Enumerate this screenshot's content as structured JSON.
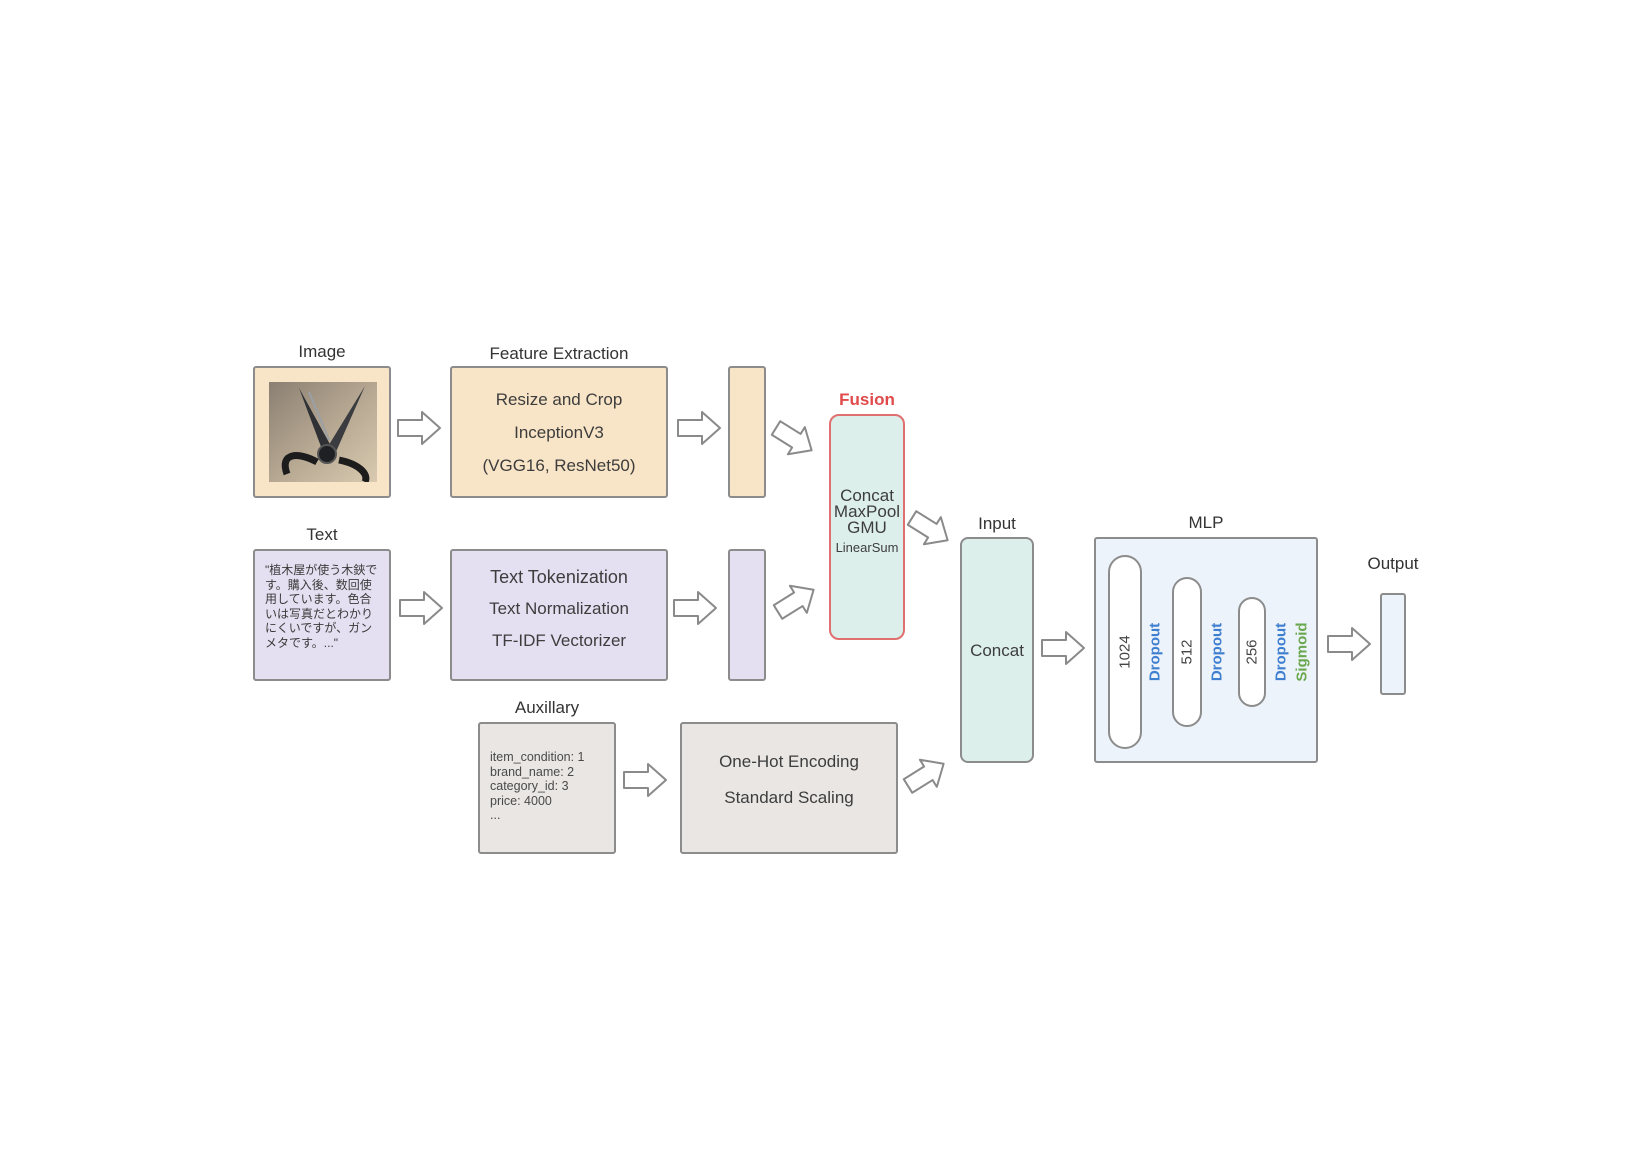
{
  "image": {
    "title": "Image"
  },
  "feature_extraction": {
    "title": "Feature Extraction",
    "lines": [
      "Resize and Crop",
      "InceptionV3",
      "(VGG16, ResNet50)"
    ]
  },
  "text": {
    "title": "Text",
    "sample": "\"植木屋が使う木鋏です。購入後、数回使用しています。色合いは写真だとわかりにくいですが、ガンメタです。...\""
  },
  "text_processing": {
    "lines": [
      "Text Tokenization",
      "Text Normalization",
      "TF-IDF Vectorizer"
    ]
  },
  "fusion": {
    "title": "Fusion",
    "methods": [
      "Concat",
      "MaxPool",
      "GMU",
      "LinearSum"
    ]
  },
  "auxiliary": {
    "title": "Auxillary",
    "fields": [
      "item_condition: 1",
      "brand_name: 2",
      "category_id: 3",
      "price: 4000",
      "..."
    ]
  },
  "aux_processing": {
    "lines": [
      "One-Hot Encoding",
      "Standard Scaling"
    ]
  },
  "input": {
    "title": "Input",
    "label": "Concat"
  },
  "mlp": {
    "title": "MLP",
    "layers": [
      "1024",
      "512",
      "256"
    ],
    "dropout": "Dropout",
    "activation": "Sigmoid"
  },
  "output": {
    "title": "Output"
  },
  "colors": {
    "fusion_title": "#e04a4a",
    "dropout": "#3f7fd0",
    "sigmoid": "#6aa84f"
  }
}
